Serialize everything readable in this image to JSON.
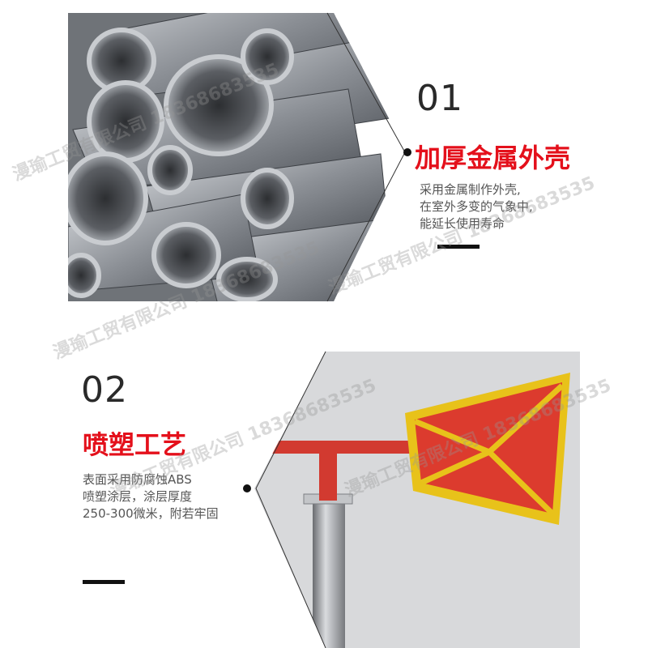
{
  "section1": {
    "number": "01",
    "heading": "加厚金属外壳",
    "description_lines": [
      "采用金属制作外壳,",
      "在室外多变的气象中,",
      "能延长使用寿命"
    ]
  },
  "section2": {
    "number": "02",
    "heading": "喷塑工艺",
    "description_lines": [
      "表面采用防腐蚀ABS",
      "喷塑涂层，涂层厚度",
      "250-300微米，附若牢固"
    ]
  },
  "watermark": "漫瑜工贸有限公司 18368683535",
  "colors": {
    "accent": "#e4101b",
    "dark": "#2a2a2a",
    "flag_red": "#dc3b2e",
    "flag_border": "#e8c21a"
  }
}
